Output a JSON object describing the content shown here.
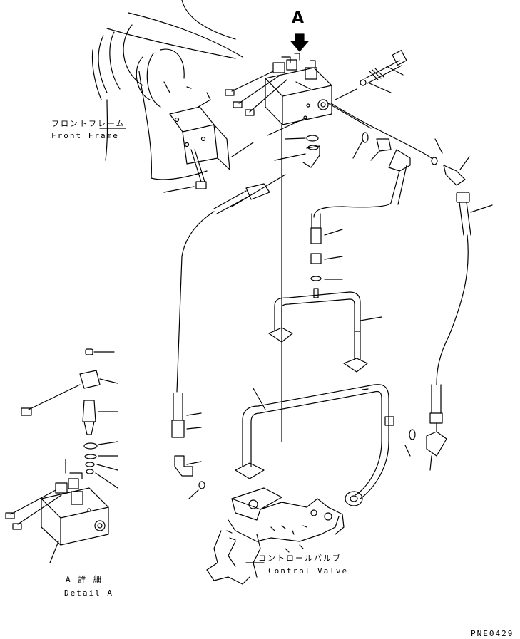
{
  "labels": {
    "view_marker": "A",
    "front_frame_jp": "フロントフレーム",
    "front_frame_en": "Front Frame",
    "control_valve_jp": "コントロールバルブ",
    "control_valve_en": "Control Valve",
    "detail_jp": "A 詳 細",
    "detail_en": "Detail A",
    "figure_code": "PNE0429"
  }
}
